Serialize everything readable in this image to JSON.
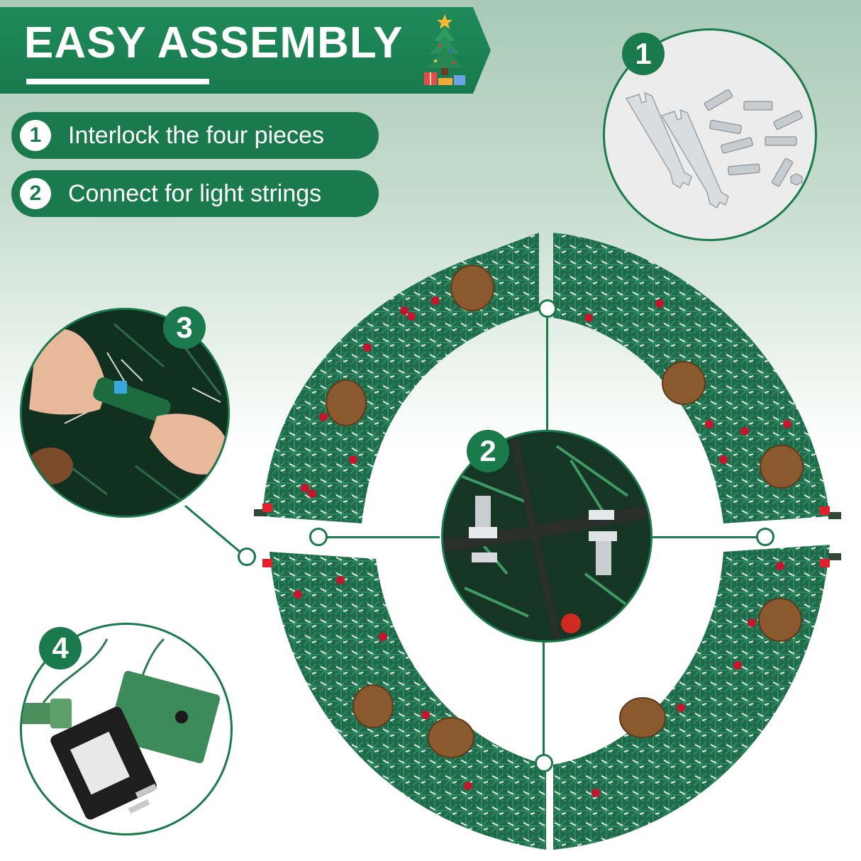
{
  "header": {
    "title": "EASY ASSEMBLY",
    "icon": "christmas-tree-icon",
    "colors": {
      "banner": "#1b7a4c",
      "text": "#ffffff"
    }
  },
  "steps": [
    {
      "number": "1",
      "label": "Interlock the four pieces"
    },
    {
      "number": "2",
      "label": "Connect for light strings"
    }
  ],
  "callouts": [
    {
      "number": "1",
      "depicts": "two open-end wrenches and eight bolts with nuts"
    },
    {
      "number": "2",
      "depicts": "close-up of frame joint bolted together"
    },
    {
      "number": "3",
      "depicts": "hands connecting light string plugs"
    },
    {
      "number": "4",
      "depicts": "power adapter and controller box"
    }
  ],
  "product": {
    "depicts": "four-piece flocked Christmas wreath with pinecones and red berries",
    "segments": 4
  },
  "colors": {
    "accent": "#1b7a4c",
    "background_top": "#a9c9b6",
    "background_bottom": "#ffffff"
  }
}
